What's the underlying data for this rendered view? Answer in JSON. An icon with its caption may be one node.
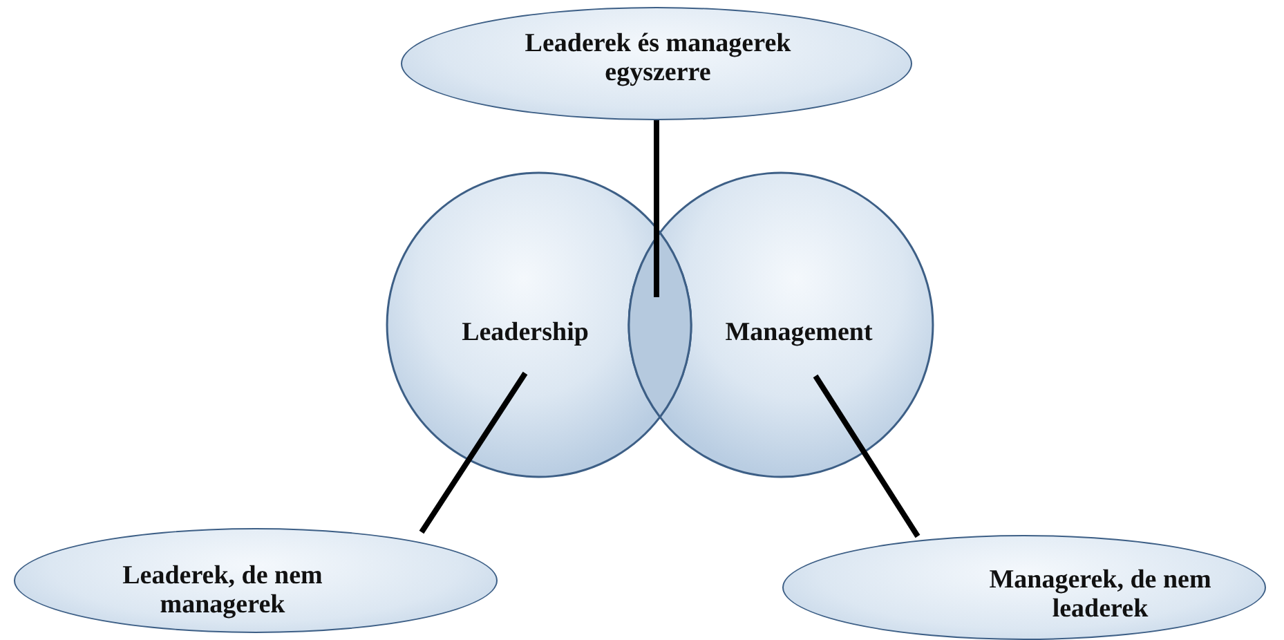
{
  "diagram": {
    "nodes": [
      {
        "text": [
          "Leaderek és managerek egyszerre"
        ]
      },
      {
        "text": [
          "Leadership"
        ]
      },
      {
        "text": [
          "Management"
        ]
      },
      {
        "text": [],
        "shape": "lens"
      },
      {
        "text": [
          "Leaderek, de nem managerek"
        ]
      },
      {
        "text": [
          "Managerek, de nem leaderek"
        ]
      }
    ],
    "edges": [
      {
        "from": 0,
        "to": 3,
        "arrow": "none"
      },
      {
        "from": 4,
        "to": 1,
        "arrow": "none"
      },
      {
        "from": 5,
        "to": 2,
        "arrow": "none"
      }
    ]
  }
}
